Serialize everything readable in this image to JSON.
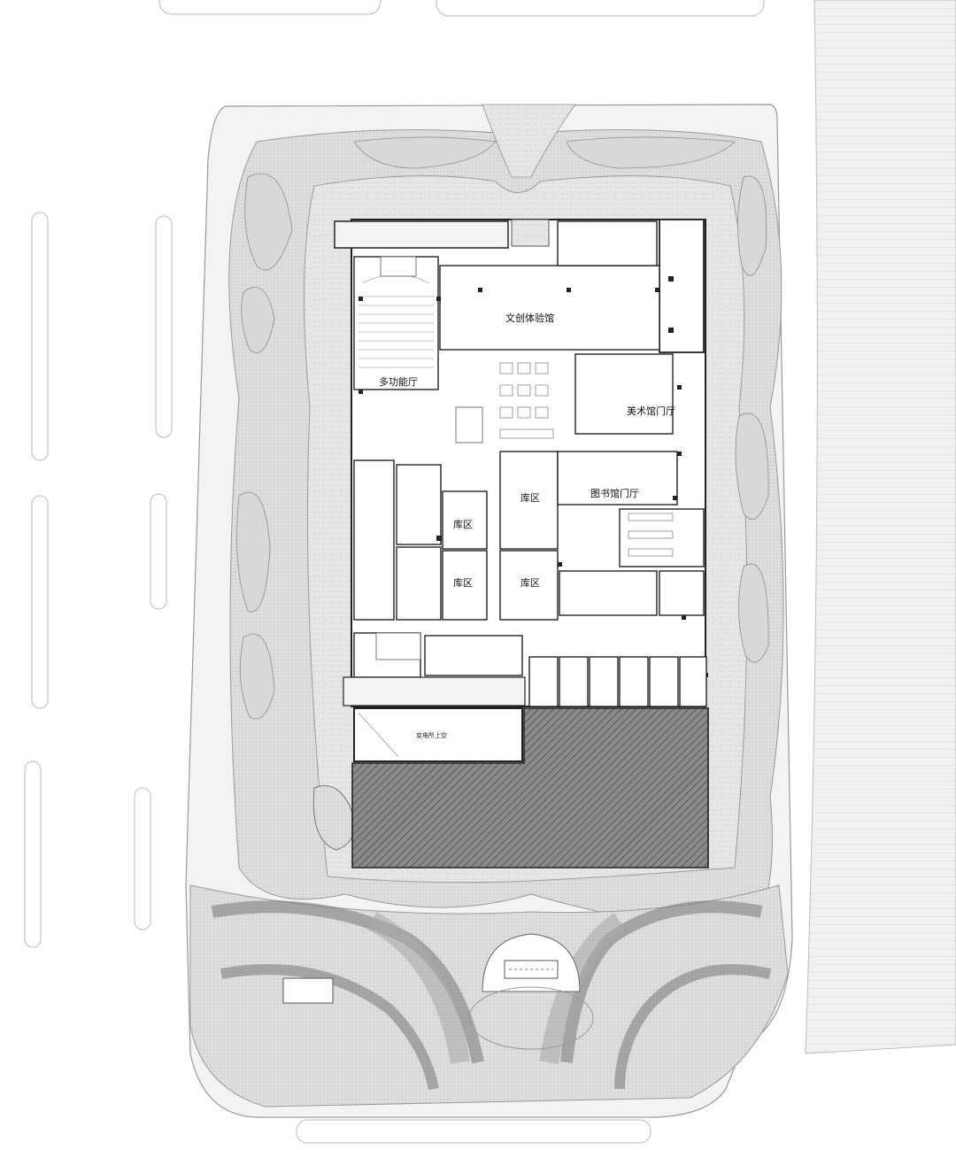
{
  "plan": {
    "rooms": {
      "cultural_creative_hall": "文创体验馆",
      "multipurpose_hall": "多功能厅",
      "art_museum_lobby": "美术馆门厅",
      "library_lobby": "图书馆门厅",
      "storage_1": "库区",
      "storage_2": "库区",
      "storage_3": "库区",
      "storage_4": "库区",
      "substation_void": "变电所上空"
    }
  }
}
